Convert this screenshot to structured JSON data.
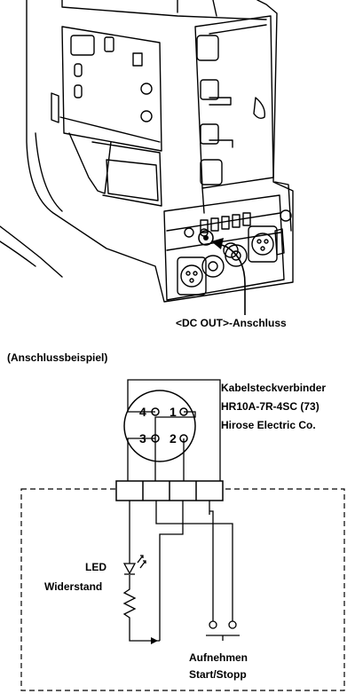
{
  "labels": {
    "dc_out": "<DC OUT>-Anschluss",
    "example": "(Anschlussbeispiel)",
    "connector_line1": "Kabelsteckverbinder",
    "connector_line2": "HR10A-7R-4SC (73)",
    "connector_line3": "Hirose Electric Co.",
    "led": "LED",
    "resistor": "Widerstand",
    "record_line1": "Aufnehmen",
    "record_line2": "Start/Stopp"
  },
  "pins": [
    "4",
    "1",
    "3",
    "2"
  ]
}
